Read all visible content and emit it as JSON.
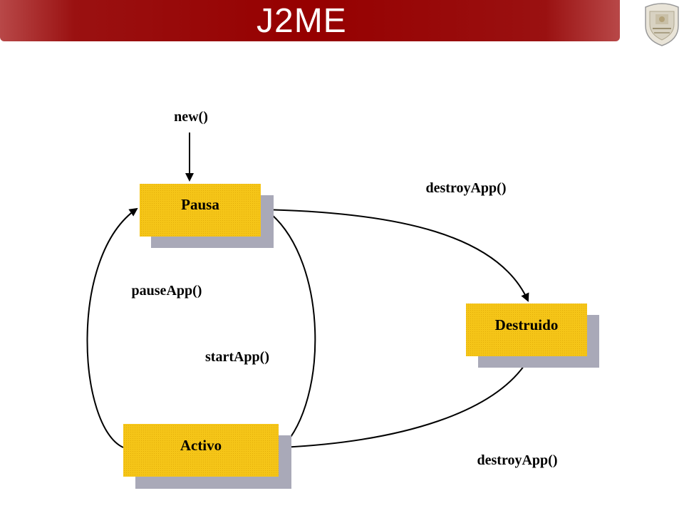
{
  "header": {
    "title": "J2ME"
  },
  "diagram": {
    "nodes": {
      "pausa": "Pausa",
      "destruido": "Destruido",
      "activo": "Activo"
    },
    "edges": {
      "new": "new()",
      "destroy_from_pausa": "destroyApp()",
      "pause_app": "pauseApp()",
      "start_app": "startApp()",
      "destroy_from_activo": "destroyApp()"
    }
  },
  "colors": {
    "header_red": "#960000",
    "node_fill": "#f5c518",
    "node_shadow": "#a9a9b8"
  }
}
